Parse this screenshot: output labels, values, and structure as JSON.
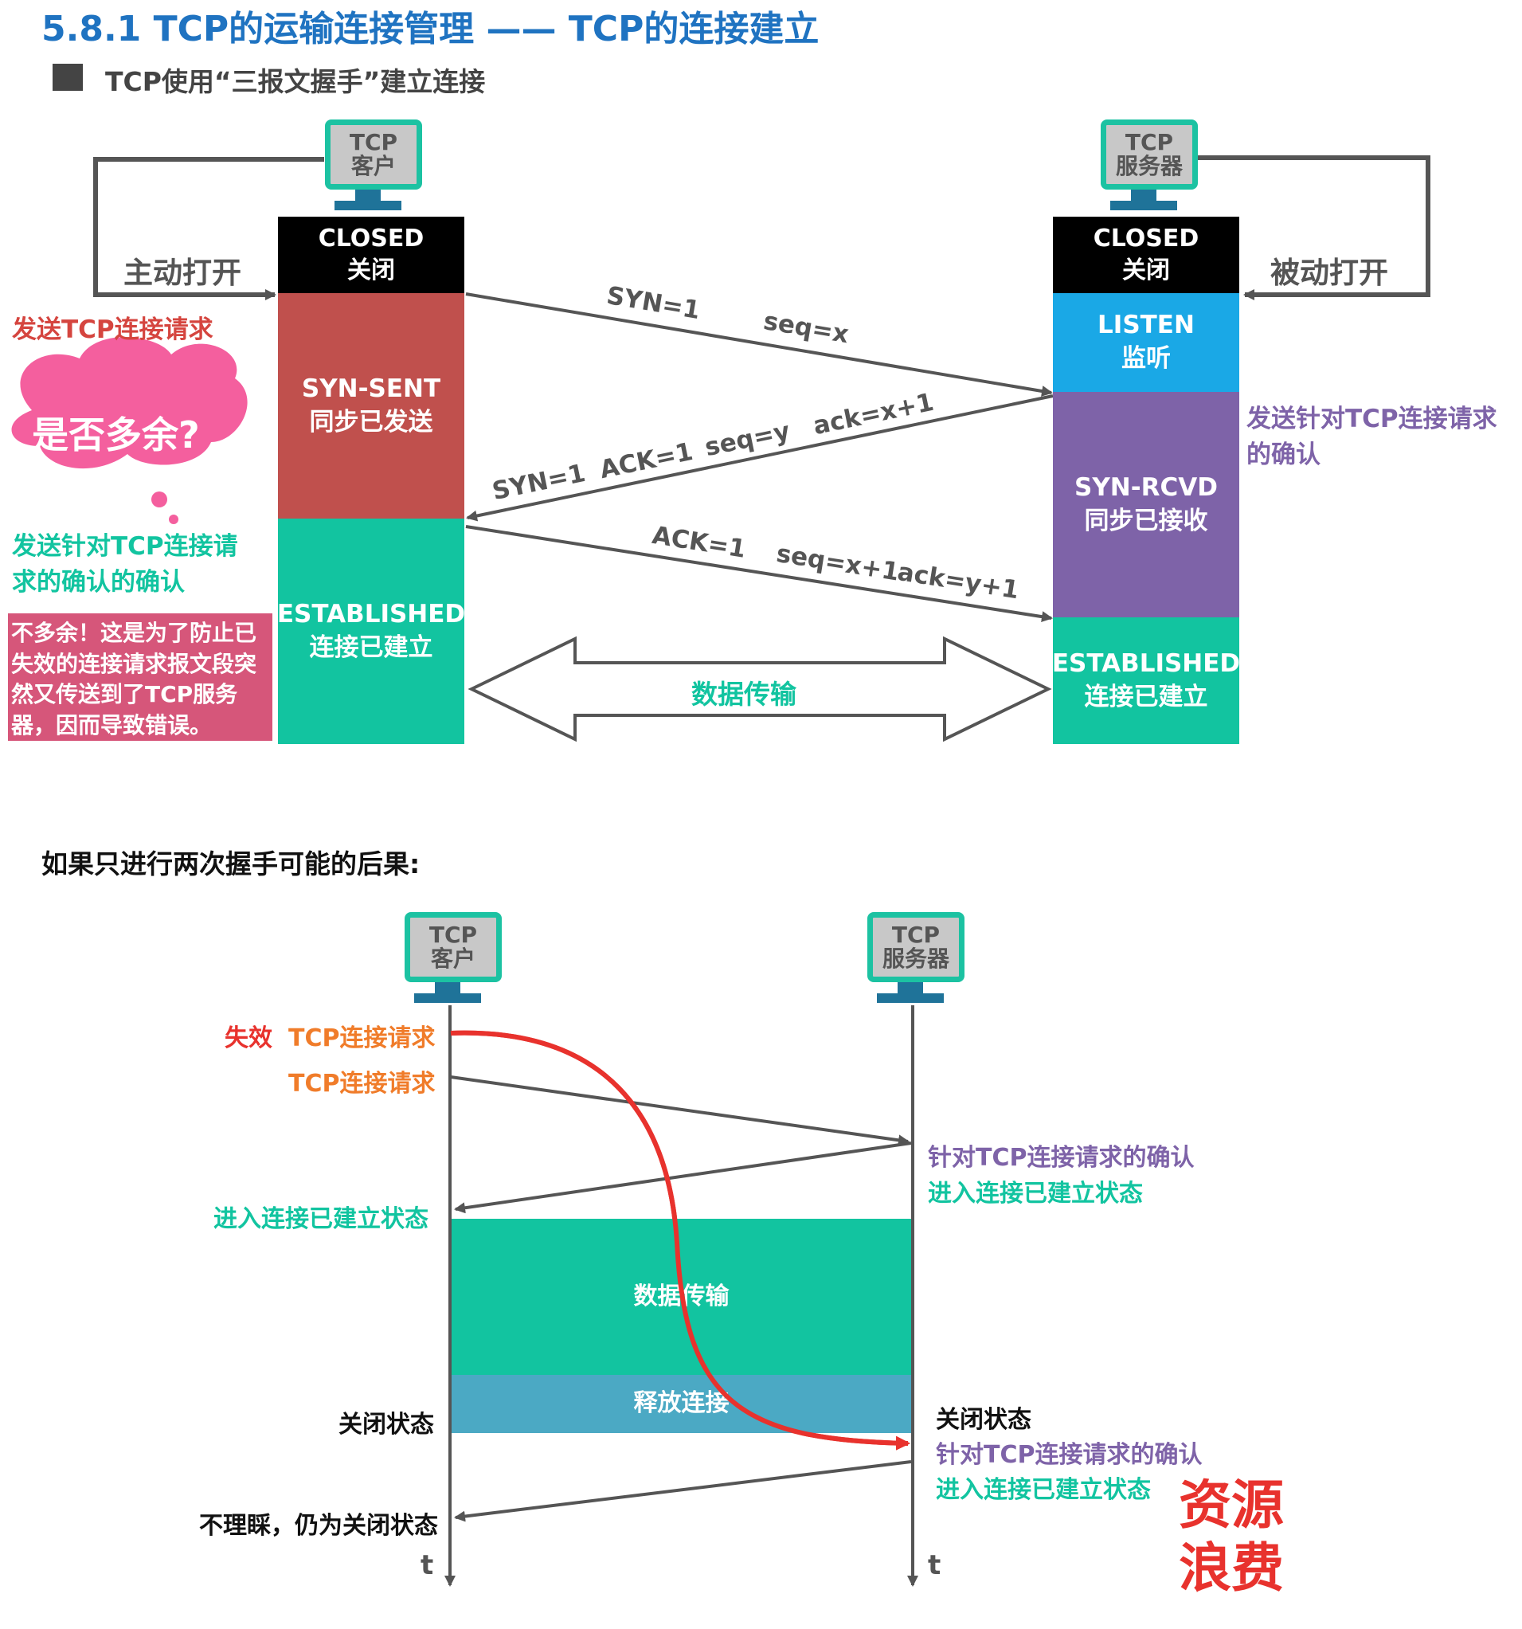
{
  "header": {
    "title": "5.8.1 TCP的运输连接管理 —— TCP的连接建立",
    "subtitle": "TCP使用“三报文握手”建立连接"
  },
  "top": {
    "client": {
      "line1": "TCP",
      "line2": "客户"
    },
    "server": {
      "line1": "TCP",
      "line2": "服务器"
    },
    "active_open": "主动打开",
    "passive_open": "被动打开",
    "send_req": "发送TCP连接请求",
    "bubble": "是否多余?",
    "send_ack_ack": "发送针对TCP连接请求的确认的确认",
    "send_ack_ack_l1": "发送针对TCP连接请",
    "send_ack_ack_l2": "求的确认的确认",
    "server_send_ack_l1": "发送针对TCP连接请求",
    "server_send_ack_l2": "的确认",
    "note_lines": [
      "不多余！这是为了防止已",
      "失效的连接请求报文段突",
      "然又传送到了TCP服务",
      "器，因而导致错误。"
    ],
    "client_states": [
      {
        "en": "CLOSED",
        "zh": "关闭",
        "color": "#000000"
      },
      {
        "en": "SYN-SENT",
        "zh": "同步已发送",
        "color": "#c0504d"
      },
      {
        "en": "ESTABLISHED",
        "zh": "连接已建立",
        "color": "#12c4a0"
      }
    ],
    "server_states": [
      {
        "en": "CLOSED",
        "zh": "关闭",
        "color": "#000000"
      },
      {
        "en": "LISTEN",
        "zh": "监听",
        "color": "#1aa8e6"
      },
      {
        "en": "SYN-RCVD",
        "zh": "同步已接收",
        "color": "#7e63a8"
      },
      {
        "en": "ESTABLISHED",
        "zh": "连接已建立",
        "color": "#12c4a0"
      }
    ],
    "msg1": {
      "a": "SYN=1",
      "b": "seq=x"
    },
    "msg2": {
      "a": "SYN=1",
      "b": "ACK=1",
      "c": "seq=y",
      "d": "ack=x+1"
    },
    "msg3": {
      "a": "ACK=1",
      "b": "seq=x+1",
      "c": "ack=y+1"
    },
    "data_transfer": "数据传输"
  },
  "bottom": {
    "heading": "如果只进行两次握手可能的后果:",
    "client": {
      "line1": "TCP",
      "line2": "客户"
    },
    "server": {
      "line1": "TCP",
      "line2": "服务器"
    },
    "invalid": "失效",
    "req1": "TCP连接请求",
    "req2": "TCP连接请求",
    "server_ack": "针对TCP连接请求的确认",
    "server_est": "进入连接已建立状态",
    "client_est": "进入连接已建立状态",
    "data_transfer": "数据传输",
    "release": "释放连接",
    "client_closed": "关闭状态",
    "server_closed": "关闭状态",
    "server_ack2": "针对TCP连接请求的确认",
    "server_est2": "进入连接已建立状态",
    "ignore": "不理睬，仍为关闭状态",
    "t_left": "t",
    "t_right": "t",
    "waste_l1": "资源",
    "waste_l2": "浪费"
  },
  "colors": {
    "teal": "#12c4a0",
    "orange": "#f07c2a",
    "purple": "#7e63a8",
    "red": "#e8322d",
    "title_blue": "#1f73c1",
    "release_blue": "#4ba9c4"
  }
}
